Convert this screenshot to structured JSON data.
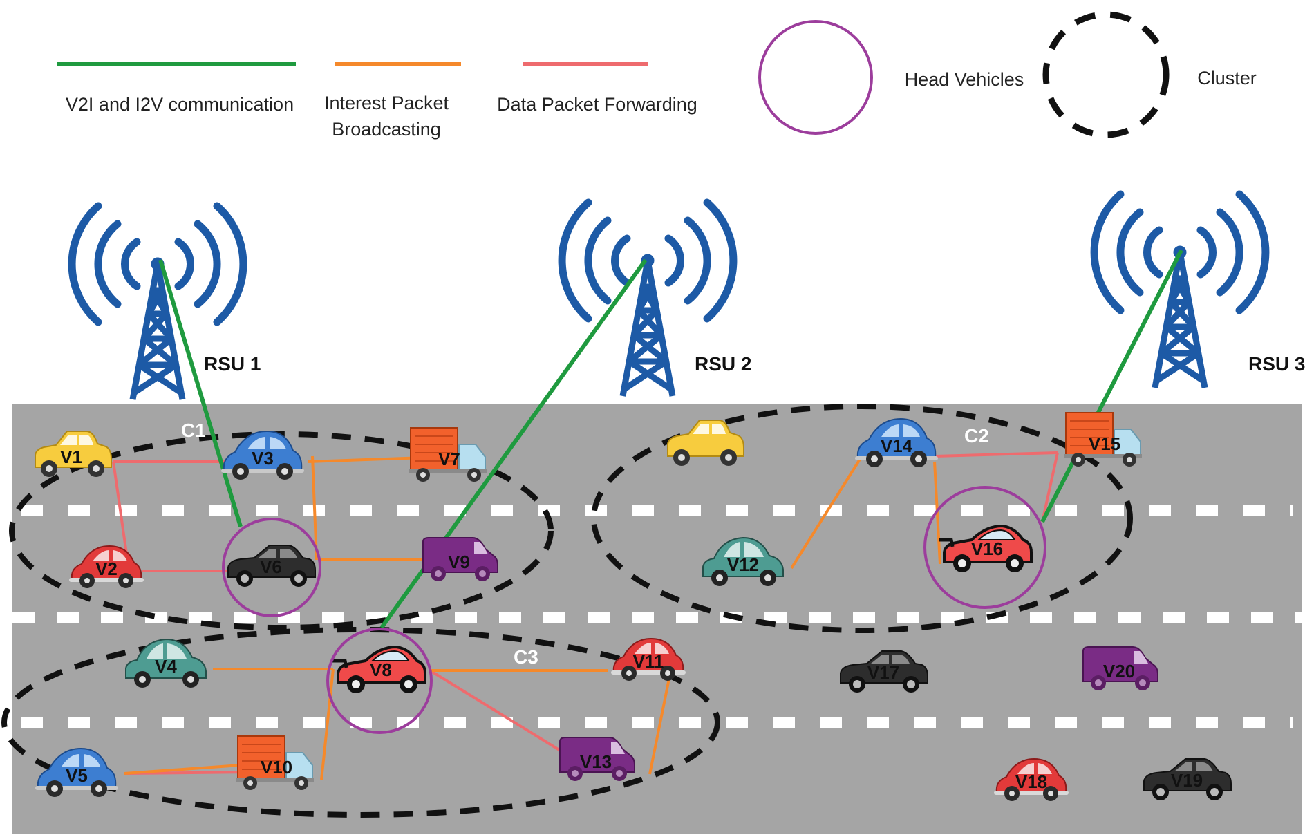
{
  "legend": {
    "v2i": "V2I and I2V communication",
    "interest_line1": "Interest Packet",
    "interest_line2": "Broadcasting",
    "data_forward": "Data Packet Forwarding",
    "head_vehicles": "Head Vehicles",
    "cluster": "Cluster"
  },
  "colors": {
    "v2i": "#1f9a3f",
    "interest": "#f5892b",
    "data": "#ee6b6e",
    "head": "#9c3d9c",
    "road": "#a5a5a5",
    "tower": "#1d5aa6"
  },
  "rsus": [
    {
      "id": "rsu1",
      "label": "RSU 1"
    },
    {
      "id": "rsu2",
      "label": "RSU 2"
    },
    {
      "id": "rsu3",
      "label": "RSU 3"
    }
  ],
  "clusters": [
    {
      "id": "c1",
      "label": "C1"
    },
    {
      "id": "c2",
      "label": "C2"
    },
    {
      "id": "c3",
      "label": "C3"
    }
  ],
  "vehicles": [
    {
      "id": "v1",
      "label": "V1",
      "type": "yellow-car"
    },
    {
      "id": "v2",
      "label": "V2",
      "type": "red-beetle"
    },
    {
      "id": "v3",
      "label": "V3",
      "type": "blue-beetle"
    },
    {
      "id": "v4",
      "label": "V4",
      "type": "teal-2cv"
    },
    {
      "id": "v5",
      "label": "V5",
      "type": "blue-beetle"
    },
    {
      "id": "v6",
      "label": "V6",
      "type": "black-sedan"
    },
    {
      "id": "v7",
      "label": "V7",
      "type": "orange-truck"
    },
    {
      "id": "v8",
      "label": "V8",
      "type": "red-sports"
    },
    {
      "id": "v9",
      "label": "V9",
      "type": "purple-van"
    },
    {
      "id": "v10",
      "label": "V10",
      "type": "orange-truck"
    },
    {
      "id": "v11",
      "label": "V11",
      "type": "red-beetle"
    },
    {
      "id": "v12",
      "label": "V12",
      "type": "teal-2cv"
    },
    {
      "id": "v13",
      "label": "V13",
      "type": "purple-van"
    },
    {
      "id": "v14",
      "label": "V14",
      "type": "blue-beetle"
    },
    {
      "id": "v15",
      "label": "V15",
      "type": "orange-truck"
    },
    {
      "id": "v16",
      "label": "V16",
      "type": "red-sports"
    },
    {
      "id": "v17",
      "label": "V17",
      "type": "black-sedan"
    },
    {
      "id": "v18",
      "label": "V18",
      "type": "red-beetle"
    },
    {
      "id": "v19",
      "label": "V19",
      "type": "black-sedan"
    },
    {
      "id": "v20",
      "label": "V20",
      "type": "purple-van"
    },
    {
      "id": "v21",
      "label": "",
      "type": "yellow-car"
    }
  ],
  "links": {
    "v2i": [
      [
        "rsu1",
        "v6"
      ],
      [
        "rsu2",
        "v8"
      ],
      [
        "rsu3",
        "v16"
      ]
    ],
    "interest": [
      [
        "v3",
        "v7"
      ],
      [
        "v7",
        "v6"
      ],
      [
        "v6",
        "v9"
      ],
      [
        "v4",
        "v8"
      ],
      [
        "v8",
        "v11"
      ],
      [
        "v11",
        "v13"
      ],
      [
        "v8",
        "v10"
      ],
      [
        "v10",
        "v5"
      ],
      [
        "v14",
        "v12"
      ],
      [
        "v14",
        "v16"
      ]
    ],
    "data": [
      [
        "v1",
        "v3"
      ],
      [
        "v1",
        "v2"
      ],
      [
        "v2",
        "v6"
      ],
      [
        "v8",
        "v13"
      ],
      [
        "v5",
        "v10"
      ],
      [
        "v14",
        "v15"
      ],
      [
        "v15",
        "v16"
      ]
    ]
  }
}
